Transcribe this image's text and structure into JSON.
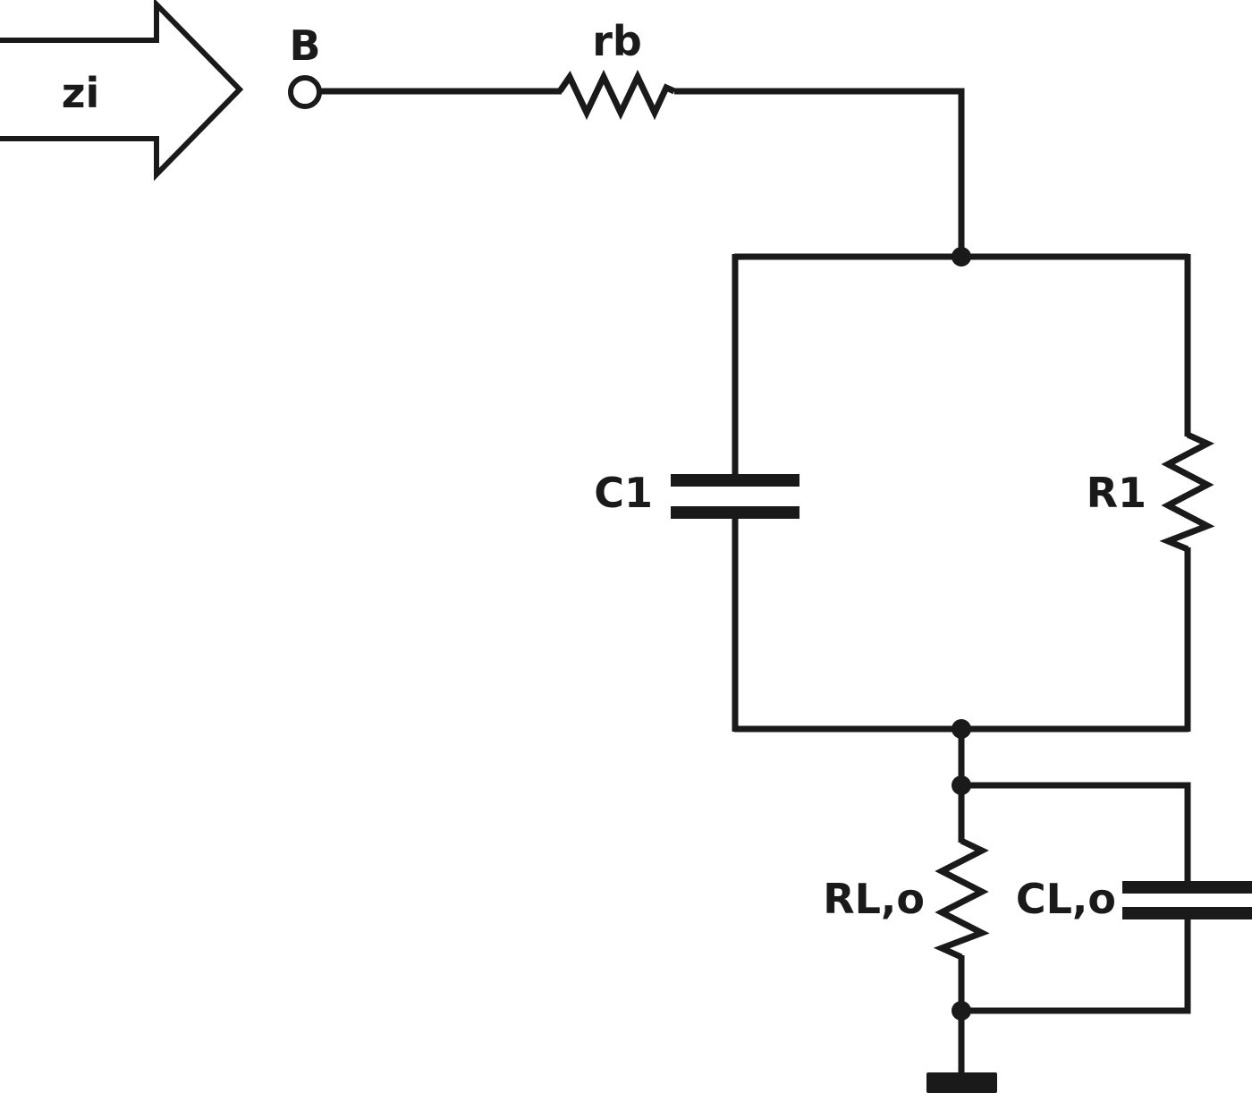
{
  "diagram": {
    "input_arrow_label": "zi",
    "terminal_label": "B",
    "components": {
      "rb": "rb",
      "c1": "C1",
      "r1": "R1",
      "rlo": "RL,o",
      "clo": "CL,o"
    },
    "colors": {
      "ink": "#1a1a1a",
      "background": "#ffffff"
    }
  }
}
